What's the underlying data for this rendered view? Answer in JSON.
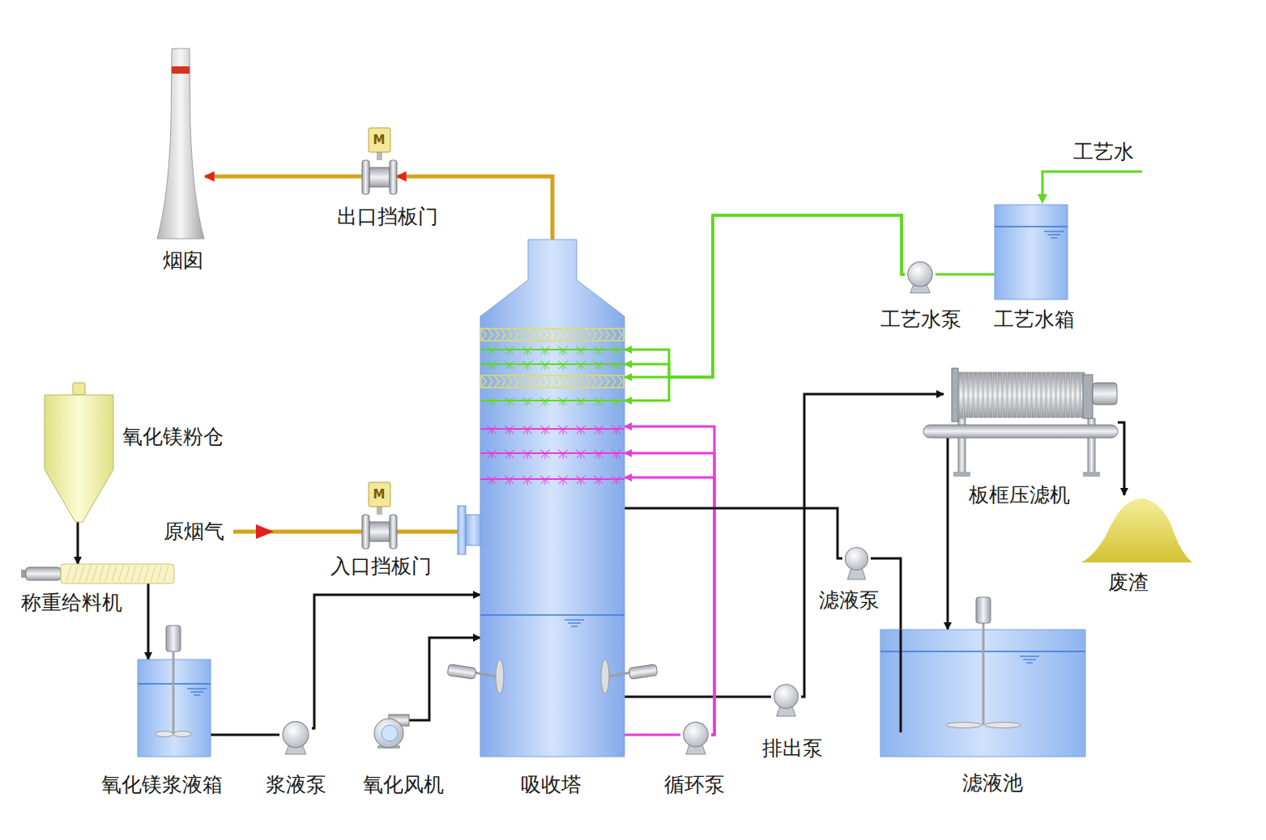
{
  "diagram": {
    "nodes": [
      {
        "text": [
          "烟囱"
        ]
      },
      {
        "text": [
          "出口挡板门"
        ]
      },
      {
        "text": [
          "工艺水泵"
        ]
      },
      {
        "text": [
          "工艺水箱"
        ]
      },
      {
        "text": [
          "氧化镁粉仓"
        ]
      },
      {
        "text": [
          "板框压滤机"
        ]
      },
      {
        "text": [
          "称重给料机"
        ]
      },
      {
        "text": [
          "入口挡板门"
        ]
      },
      {
        "text": [
          "吸收塔"
        ]
      },
      {
        "text": [
          "废渣"
        ]
      },
      {
        "text": [
          "滤液泵"
        ]
      },
      {
        "text": [
          "氧化镁浆液箱"
        ]
      },
      {
        "text": [
          "浆液泵"
        ]
      },
      {
        "text": [
          "氧化风机"
        ]
      },
      {
        "text": [
          "循环泵"
        ]
      },
      {
        "text": [
          "排出泵"
        ]
      },
      {
        "text": [
          "滤液池"
        ]
      }
    ],
    "edges": [
      {
        "from": 8,
        "to": 1,
        "arrow": "to"
      },
      {
        "from": 1,
        "to": 0,
        "arrow": "to"
      },
      {
        "from": 7,
        "to": 8,
        "arrow": "none"
      },
      {
        "from": 3,
        "to": 2,
        "arrow": "none"
      },
      {
        "from": 2,
        "to": 8,
        "arrow": "to"
      },
      {
        "from": 4,
        "to": 6,
        "arrow": "to"
      },
      {
        "from": 6,
        "to": 11,
        "arrow": "to"
      },
      {
        "from": 11,
        "to": 12,
        "arrow": "none"
      },
      {
        "from": 12,
        "to": 8,
        "arrow": "to"
      },
      {
        "from": 13,
        "to": 8,
        "arrow": "to"
      },
      {
        "from": 8,
        "to": 15,
        "arrow": "none"
      },
      {
        "from": 8,
        "to": 14,
        "arrow": "none"
      },
      {
        "from": 14,
        "to": 8,
        "arrow": "to"
      },
      {
        "from": 15,
        "to": 5,
        "arrow": "to"
      },
      {
        "from": 5,
        "to": 9,
        "arrow": "to"
      },
      {
        "from": 5,
        "to": 16,
        "arrow": "to"
      },
      {
        "from": 16,
        "to": 10,
        "arrow": "none"
      },
      {
        "from": 10,
        "to": 8,
        "arrow": "to"
      }
    ],
    "labels": [
      "M",
      "工艺水",
      "M",
      "原烟气"
    ]
  }
}
